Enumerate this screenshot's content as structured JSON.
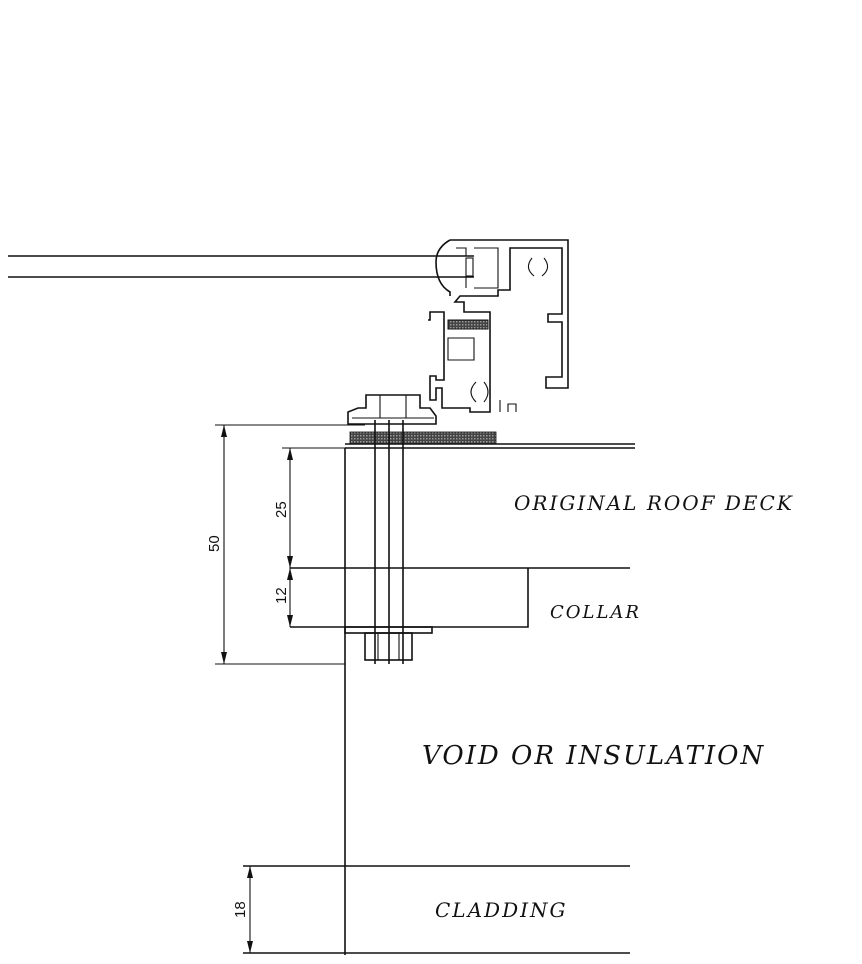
{
  "dimensions": {
    "overall": "50",
    "deck": "25",
    "collar": "12",
    "cladding": "18"
  },
  "labels": {
    "deck": "ORIGINAL ROOF DECK",
    "collar": "COLLAR",
    "void": "VOID OR INSULATION",
    "cladding": "CLADDING"
  }
}
